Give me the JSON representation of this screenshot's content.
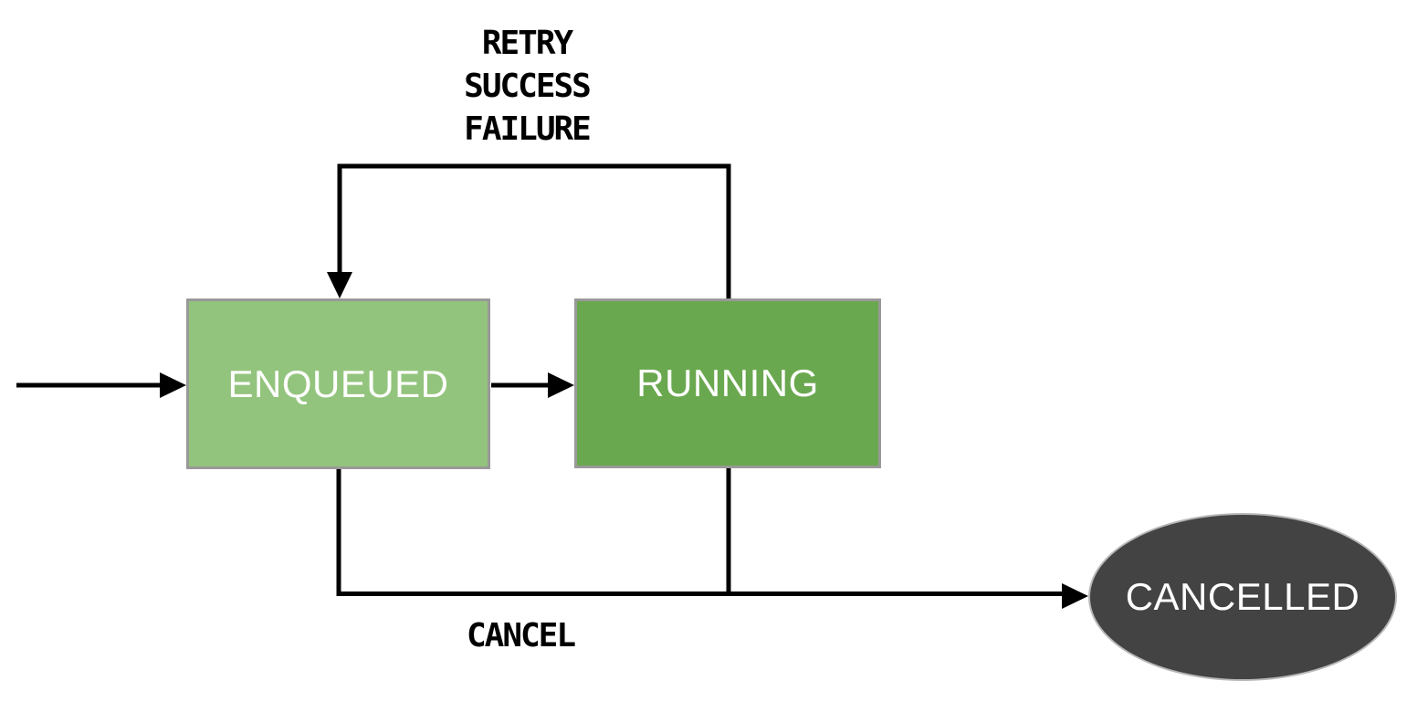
{
  "diagram": {
    "kind": "state-machine",
    "nodes": [
      {
        "id": "enqueued",
        "label": "ENQUEUED",
        "shape": "rectangle",
        "fill": "#93c47d"
      },
      {
        "id": "running",
        "label": "RUNNING",
        "shape": "rectangle",
        "fill": "#6aa84f"
      },
      {
        "id": "cancelled",
        "label": "CANCELLED",
        "shape": "ellipse",
        "fill": "#434343"
      }
    ],
    "edges": [
      {
        "from": "start",
        "to": "enqueued",
        "labels": []
      },
      {
        "from": "enqueued",
        "to": "running",
        "labels": []
      },
      {
        "from": "running",
        "to": "enqueued",
        "labels": [
          "RETRY",
          "SUCCESS",
          "FAILURE"
        ]
      },
      {
        "from": "enqueued",
        "to": "cancelled",
        "labels": [
          "CANCEL"
        ]
      },
      {
        "from": "running",
        "to": "cancelled",
        "labels": [
          "CANCEL"
        ]
      }
    ],
    "loop_label_lines": [
      "RETRY",
      "SUCCESS",
      "FAILURE"
    ],
    "cancel_label": "CANCEL"
  },
  "colors": {
    "enqueued_fill": "#93c47d",
    "running_fill": "#6aa84f",
    "cancelled_fill": "#434343",
    "box_border": "#999999",
    "ellipse_border": "#b7b7b7",
    "edge_color": "#000000",
    "label_color": "#000000",
    "node_text_color": "#ffffff",
    "background": "#ffffff"
  }
}
